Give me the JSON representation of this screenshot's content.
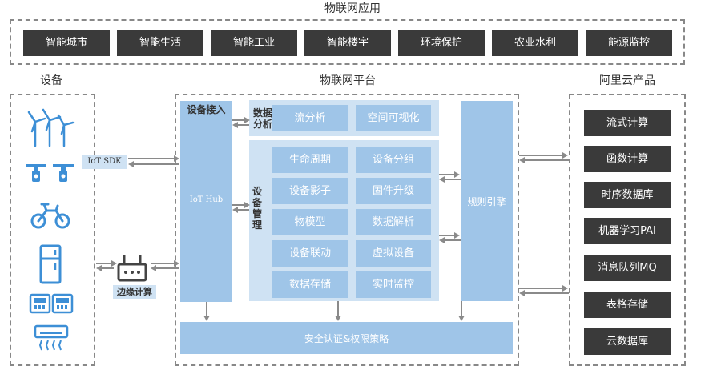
{
  "apps": {
    "title": "物联网应用",
    "items": [
      "智能城市",
      "智能生活",
      "智能工业",
      "智能楼宇",
      "环境保护",
      "农业水利",
      "能源监控"
    ]
  },
  "devices": {
    "title": "设备",
    "icons": [
      "wind-turbine-icon",
      "drone-icon",
      "bicycle-icon",
      "refrigerator-icon",
      "meter-icon",
      "air-conditioner-icon"
    ],
    "sdk_label": "IoT SDK",
    "edge_label": "边缘计算"
  },
  "platform": {
    "title": "物联网平台",
    "access_label": "设备接入",
    "hub_label": "IoT Hub",
    "data_analysis_label": "数据分析",
    "analysis_items": [
      "流分析",
      "空间可视化"
    ],
    "device_mgmt_label": "设备管理",
    "mgmt_left": [
      "生命周期",
      "设备影子",
      "物模型",
      "设备联动",
      "数据存储"
    ],
    "mgmt_right": [
      "设备分组",
      "固件升级",
      "数据解析",
      "虚拟设备",
      "实时监控"
    ],
    "rule_engine_label": "规则引擎",
    "security_label": "安全认证&权限策略"
  },
  "cloud": {
    "title": "阿里云产品",
    "items": [
      "流式计算",
      "函数计算",
      "时序数据库",
      "机器学习PAI",
      "消息队列MQ",
      "表格存储",
      "云数据库"
    ]
  },
  "colors": {
    "dark_box": "#3a3a3a",
    "blue": "#9fc5e8",
    "light_blue": "#cfe2f3",
    "icon_blue": "#3d8fd6"
  }
}
